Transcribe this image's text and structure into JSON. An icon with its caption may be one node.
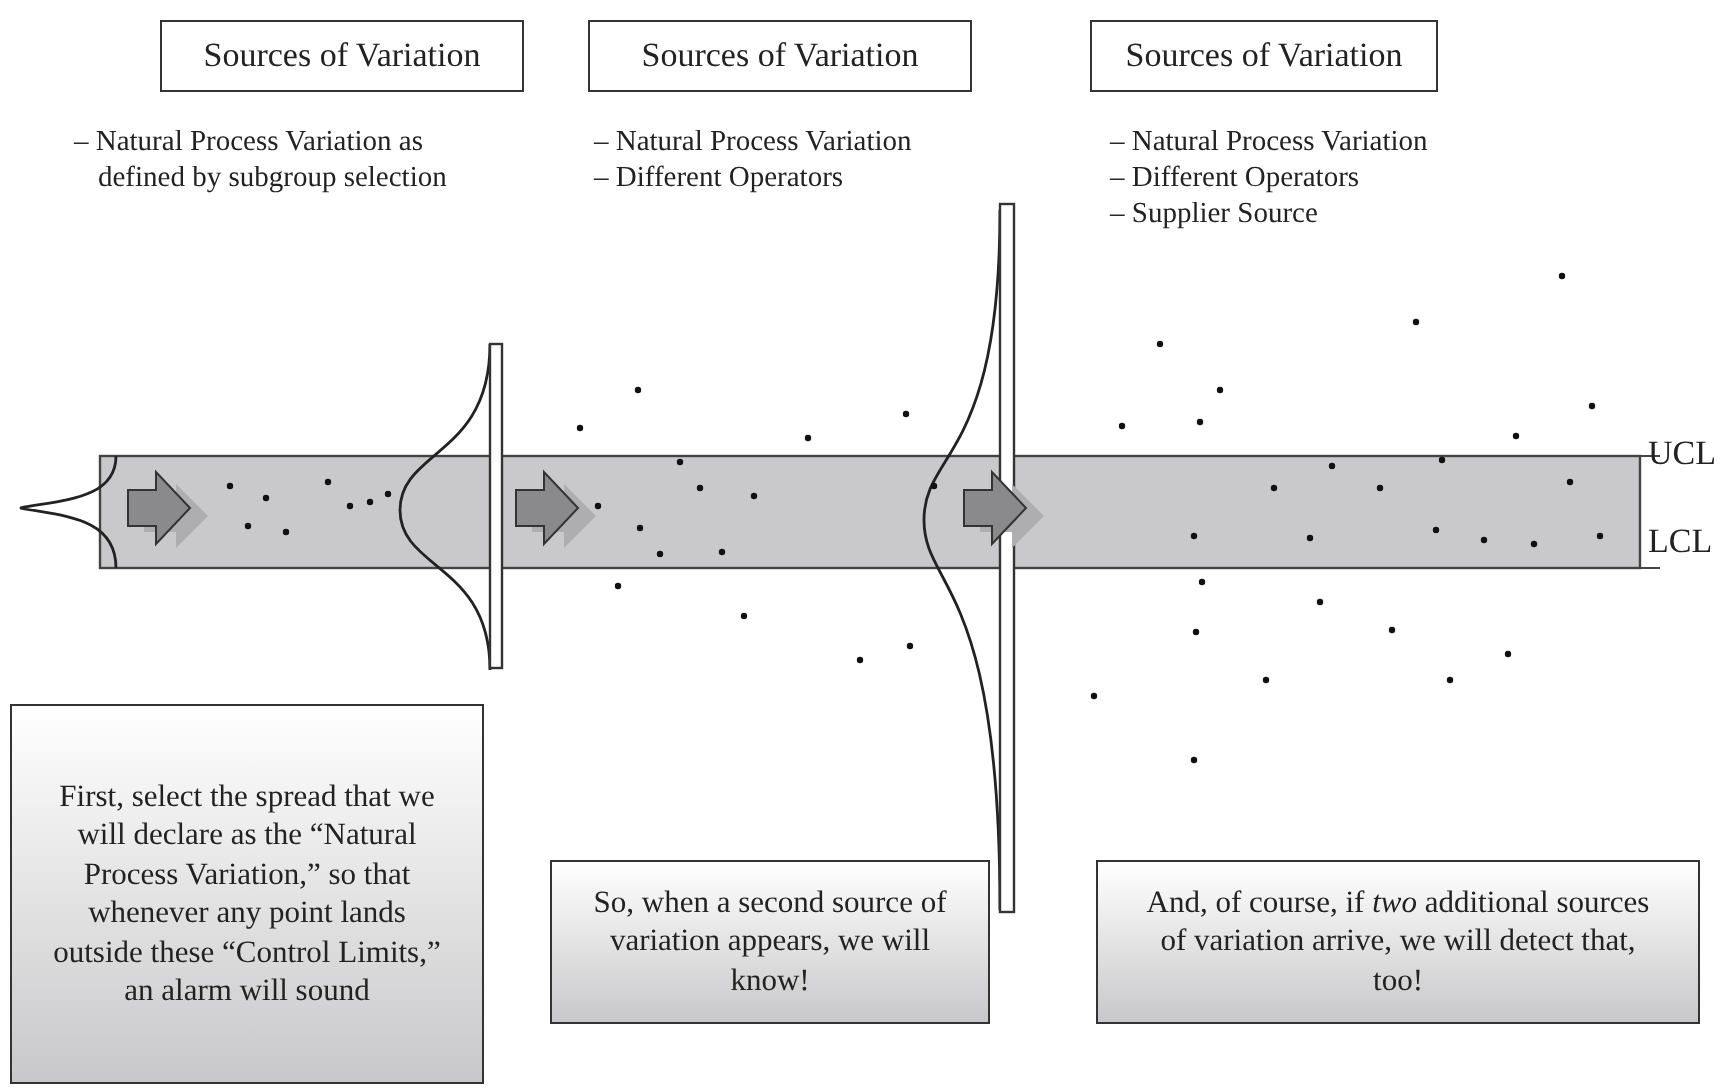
{
  "diagram": {
    "nodes": [
      {
        "text": [
          "Sources of Variation"
        ],
        "beside": [
          "– Natural Process Variation as defined by subgroup selection"
        ]
      },
      {
        "text": [
          "Sources of Variation"
        ],
        "beside": [
          "– Natural Process Variation",
          "– Different Operators"
        ]
      },
      {
        "text": [
          "Sources of Variation"
        ],
        "beside": [
          "– Natural Process Variation",
          "– Different Operators",
          "– Supplier Source"
        ]
      },
      {
        "text": [
          "First, select the spread that we will declare as the “Natural Process Variation,” so that whenever any point lands outside these “Control Limits,” an alarm will sound"
        ]
      },
      {
        "text": [
          "So, when a second source of variation appears, we will know!"
        ]
      },
      {
        "text": [
          "And, of course, if *two* additional sources of variation arrive, we will detect that, too!"
        ]
      }
    ],
    "labels": [
      "UCL",
      "LCL"
    ]
  }
}
